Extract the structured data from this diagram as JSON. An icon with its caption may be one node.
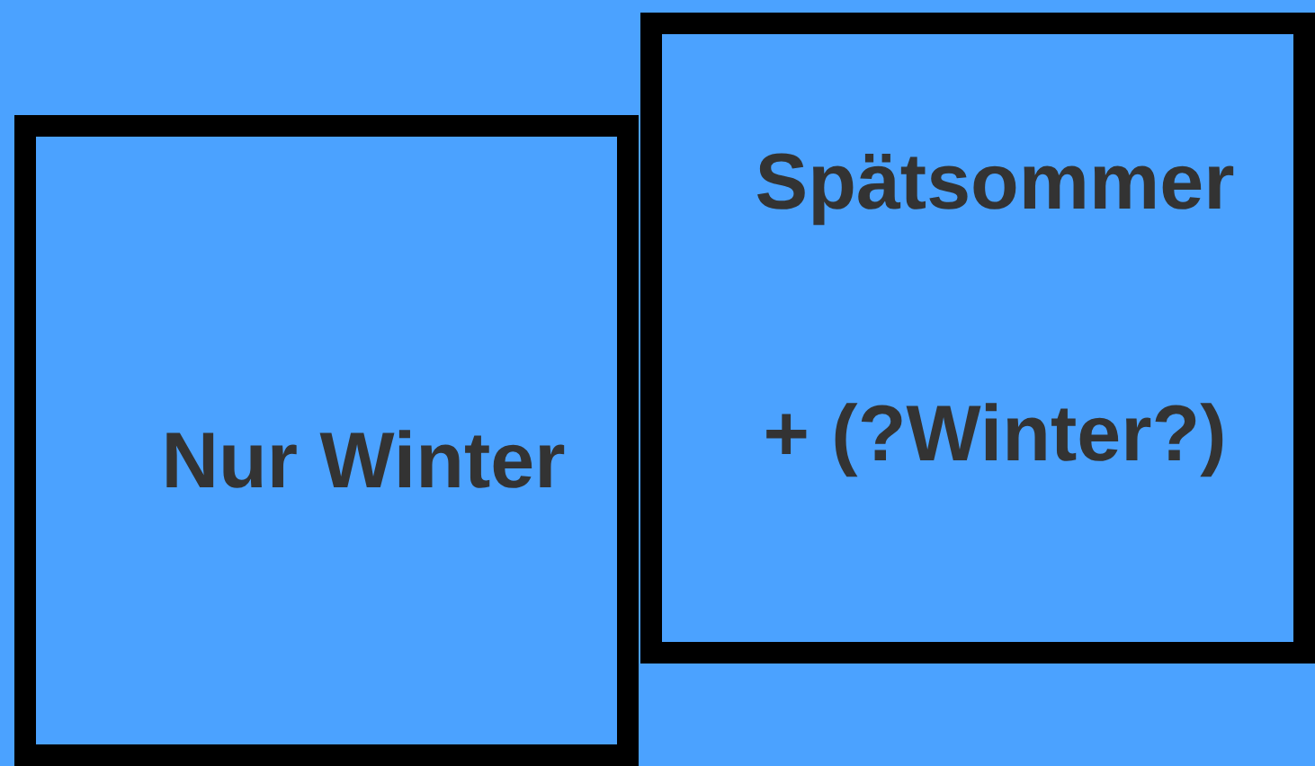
{
  "diagram": {
    "nodes": [
      {
        "text": [
          "Nur Winter"
        ]
      },
      {
        "text": [
          "Spätsommer",
          "+ (?Winter?)"
        ]
      }
    ]
  }
}
